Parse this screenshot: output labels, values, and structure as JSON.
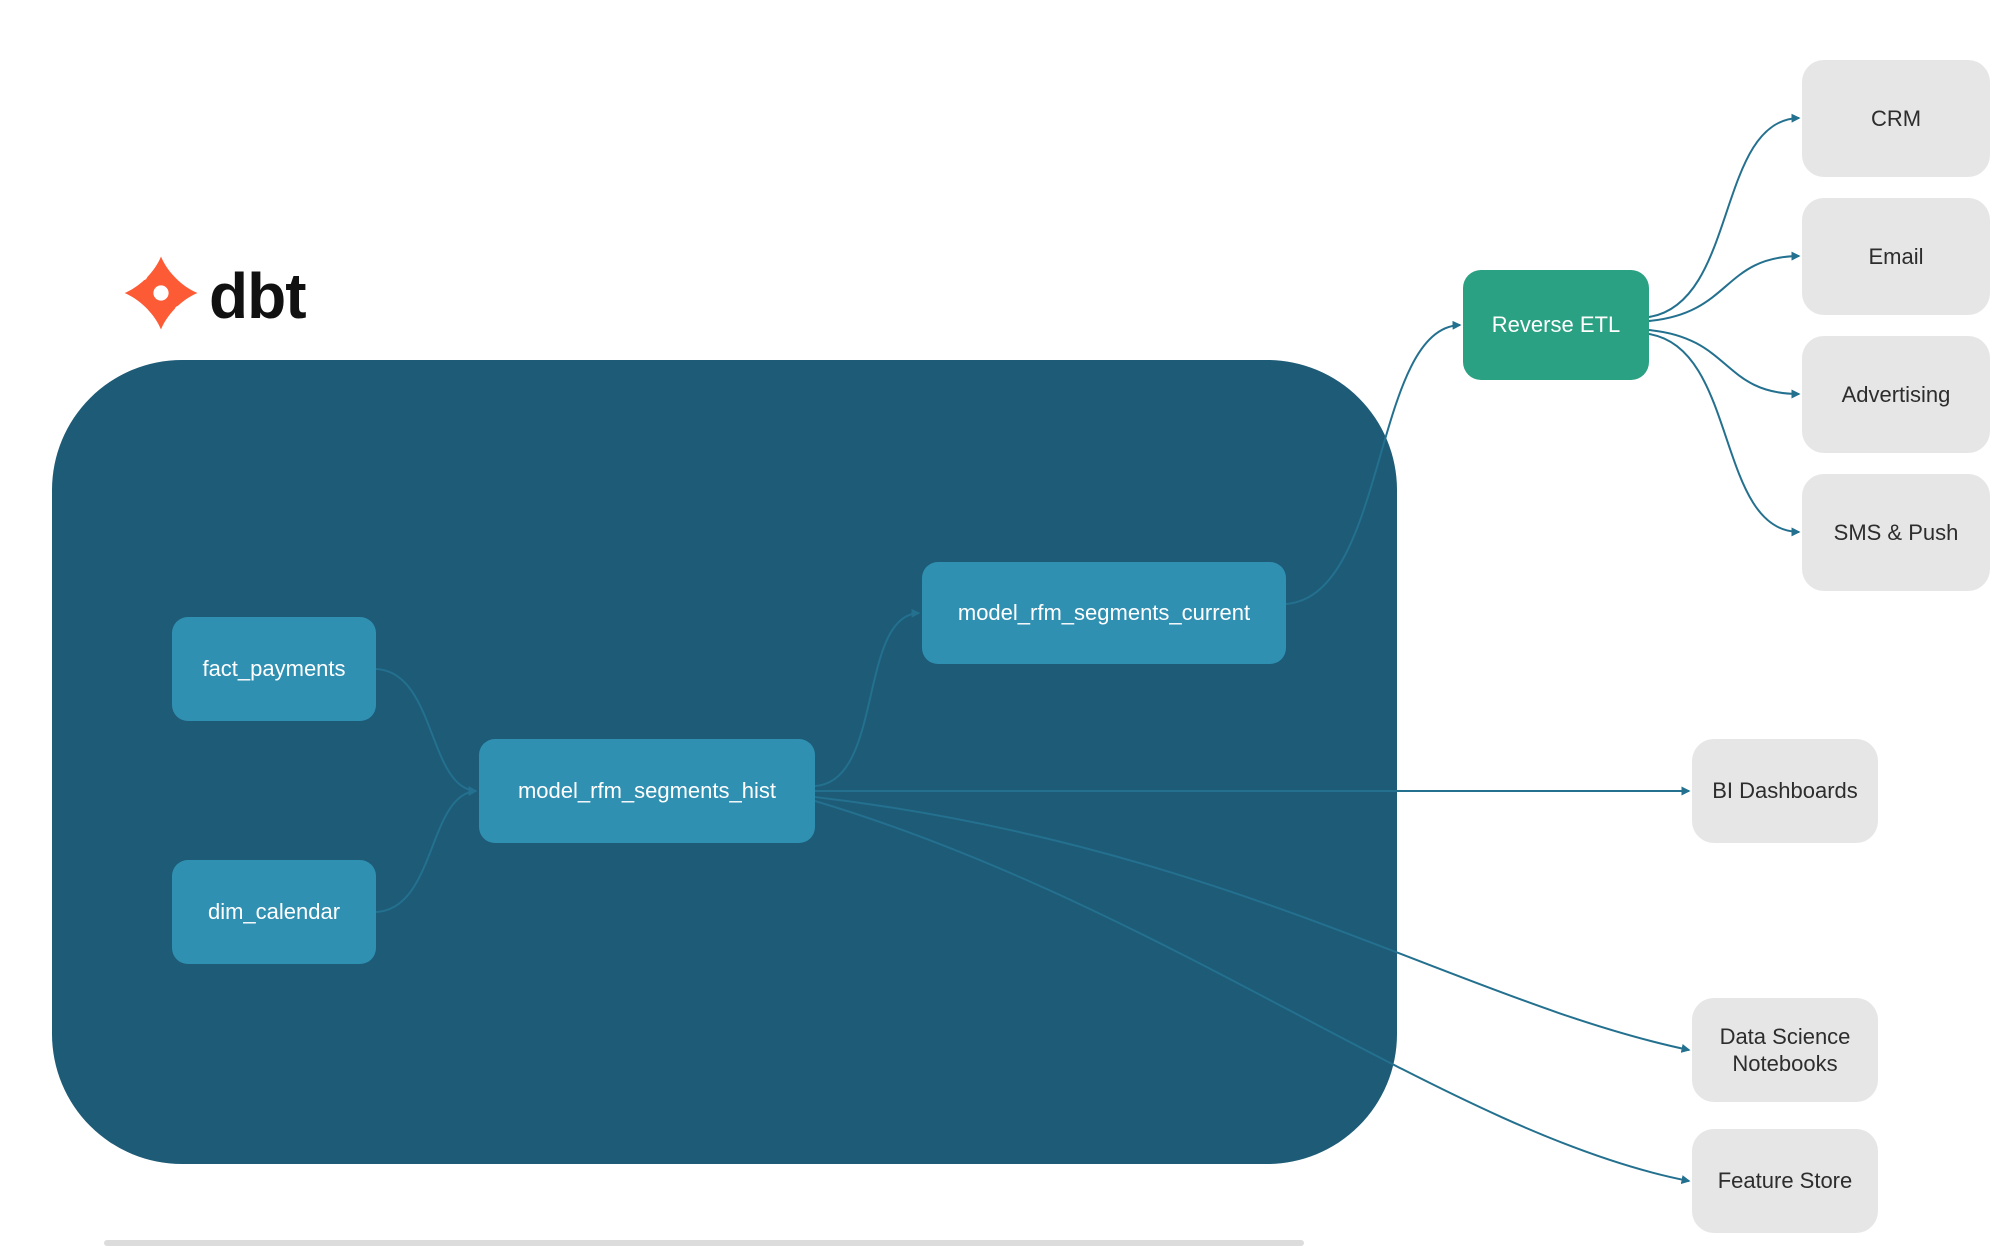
{
  "logo": {
    "wordmark": "dbt",
    "icon": "dbt-star-icon"
  },
  "colors": {
    "container": "#1d5b77",
    "node_teal": "#3090b2",
    "green": "#2ba183",
    "gray": "#e6e6e6",
    "edge": "#24708f",
    "dbt_orange": "#fd5b35"
  },
  "nodes": {
    "fact_payments": {
      "label": "fact_payments"
    },
    "dim_calendar": {
      "label": "dim_calendar"
    },
    "model_rfm_segments_hist": {
      "label": "model_rfm_segments_hist"
    },
    "model_rfm_segments_current": {
      "label": "model_rfm_segments_current"
    },
    "reverse_etl": {
      "label": "Reverse ETL"
    },
    "crm": {
      "label": "CRM"
    },
    "email": {
      "label": "Email"
    },
    "advertising": {
      "label": "Advertising"
    },
    "sms_push": {
      "label": "SMS & Push"
    },
    "bi_dashboards": {
      "label": "BI Dashboards"
    },
    "data_science_notebooks": {
      "label": "Data Science Notebooks"
    },
    "feature_store": {
      "label": "Feature Store"
    }
  },
  "edges": [
    {
      "from": "fact_payments",
      "to": "model_rfm_segments_hist"
    },
    {
      "from": "dim_calendar",
      "to": "model_rfm_segments_hist"
    },
    {
      "from": "model_rfm_segments_hist",
      "to": "model_rfm_segments_current"
    },
    {
      "from": "model_rfm_segments_current",
      "to": "reverse_etl"
    },
    {
      "from": "reverse_etl",
      "to": "crm"
    },
    {
      "from": "reverse_etl",
      "to": "email"
    },
    {
      "from": "reverse_etl",
      "to": "advertising"
    },
    {
      "from": "reverse_etl",
      "to": "sms_push"
    },
    {
      "from": "model_rfm_segments_hist",
      "to": "bi_dashboards"
    },
    {
      "from": "model_rfm_segments_hist",
      "to": "data_science_notebooks"
    },
    {
      "from": "model_rfm_segments_hist",
      "to": "feature_store"
    }
  ]
}
